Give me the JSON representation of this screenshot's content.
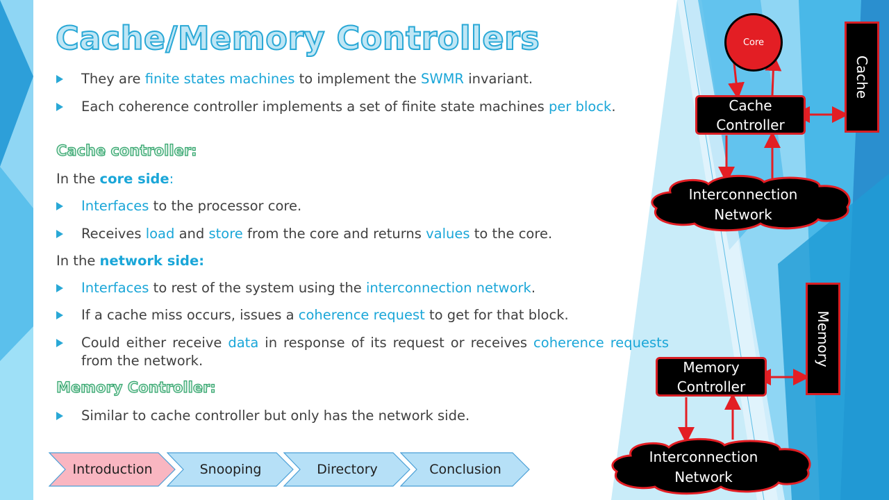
{
  "title": "Cache/Memory Controllers",
  "bullets1": [
    {
      "parts": [
        "They are ",
        "finite states machines",
        " to implement the ",
        "SWMR",
        " invariant."
      ],
      "hl": [
        false,
        true,
        false,
        true,
        false
      ]
    },
    {
      "parts": [
        "Each coherence controller implements a set of finite state machines ",
        "per block",
        "."
      ],
      "hl": [
        false,
        true,
        false
      ]
    }
  ],
  "cache_controller_heading": "Cache controller:",
  "core_side_line": {
    "prefix": "In the ",
    "highlight": "core side",
    "suffix": ":"
  },
  "core_bullets": [
    {
      "parts": [
        "Interfaces",
        " to the processor core."
      ],
      "hl": [
        true,
        false
      ]
    },
    {
      "parts": [
        "Receives ",
        "load",
        " and ",
        "store",
        " from the core and returns ",
        "values",
        " to the core."
      ],
      "hl": [
        false,
        true,
        false,
        true,
        false,
        true,
        false
      ]
    }
  ],
  "network_side_line": {
    "prefix": "In the ",
    "highlight": "network side:",
    "suffix": ""
  },
  "network_bullets": [
    {
      "parts": [
        "Interfaces",
        " to rest of the system using the ",
        "interconnection network",
        "."
      ],
      "hl": [
        true,
        false,
        true,
        false
      ]
    },
    {
      "parts": [
        "If a cache miss occurs, issues a ",
        "coherence request",
        " to get for that block."
      ],
      "hl": [
        false,
        true,
        false
      ]
    },
    {
      "parts": [
        "Could either receive ",
        "data",
        " in response of its request or receives ",
        "coherence requests",
        " from the network."
      ],
      "hl": [
        false,
        true,
        false,
        true,
        false
      ]
    }
  ],
  "memory_controller_heading": "Memory Controller:",
  "memory_bullets": [
    {
      "parts": [
        "Similar to cache controller but only has the network side."
      ],
      "hl": [
        false
      ]
    }
  ],
  "diagram": {
    "core": "Core",
    "cache": "Cache",
    "cache_controller": "Cache Controller",
    "interconnection_top": "Interconnection Network",
    "memory": "Memory",
    "memory_controller": "Memory Controller",
    "interconnection_bottom": "Interconnection Network"
  },
  "nav": [
    "Introduction",
    "Snooping",
    "Directory",
    "Conclusion"
  ],
  "nav_active": "Introduction",
  "colors": {
    "accent": "#1aa6d8",
    "heading": "#2fa26a",
    "diagram_red": "#d81e24",
    "diagram_black": "#000000",
    "nav_active": "#f7a8b4",
    "nav_inactive": "#a9daf5"
  }
}
